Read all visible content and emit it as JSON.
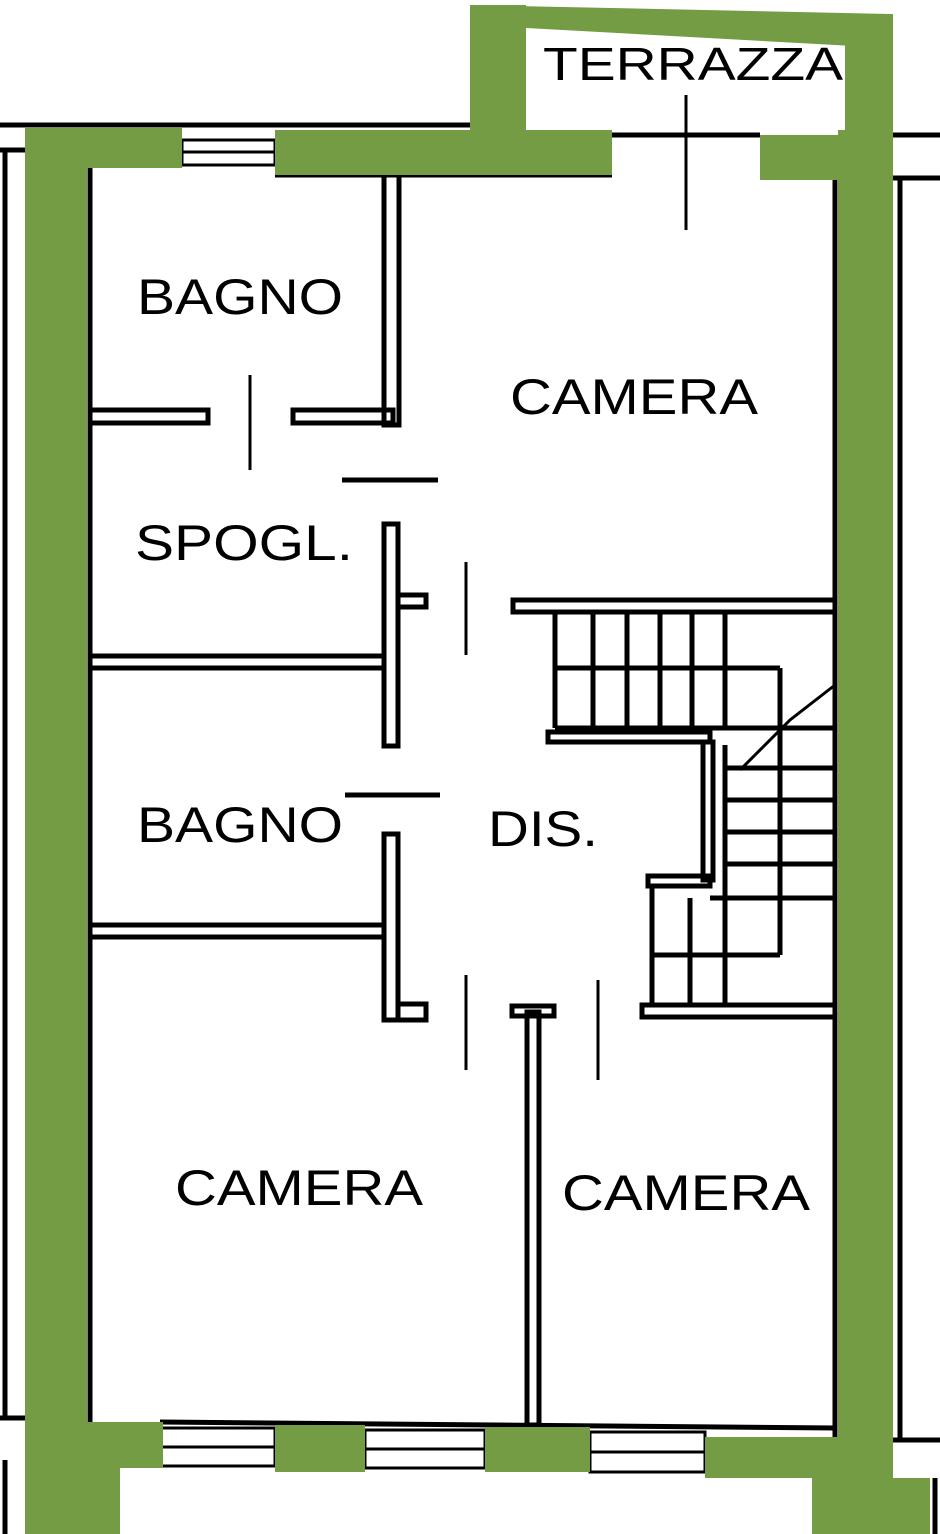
{
  "plan": {
    "wall_color": "#739c45",
    "rooms": {
      "terrazza": "TERRAZZA",
      "bagno_top": "BAGNO",
      "camera_top": "CAMERA",
      "spogliatoio": "SPOGL.",
      "bagno_mid": "BAGNO",
      "disimpegno": "DIS.",
      "camera_bottom_left": "CAMERA",
      "camera_bottom_right": "CAMERA"
    }
  }
}
